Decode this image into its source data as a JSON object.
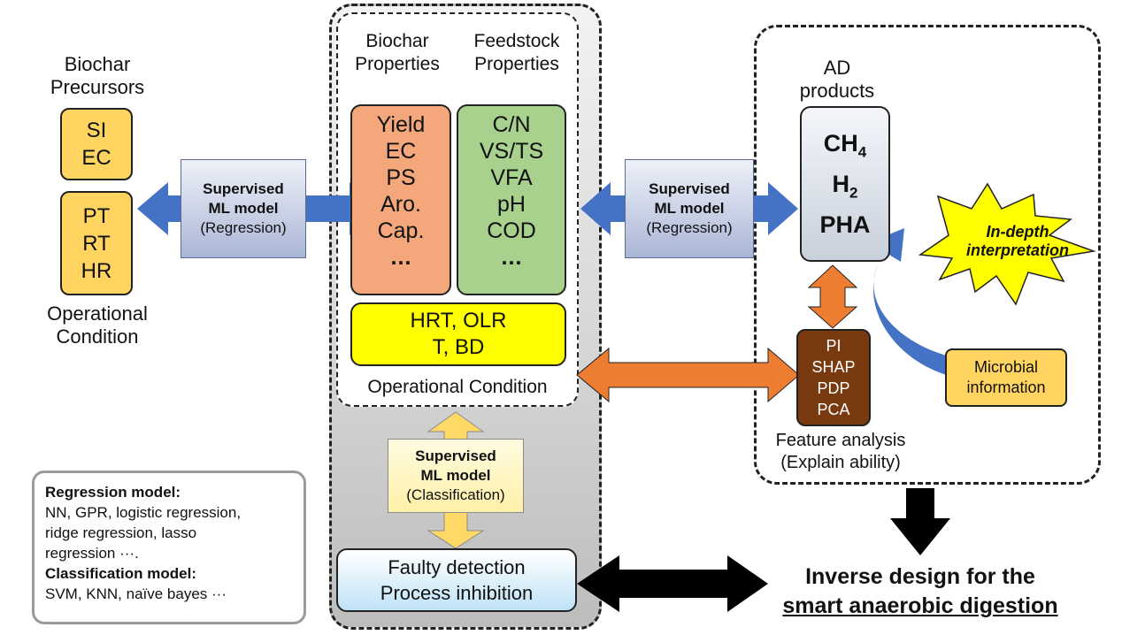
{
  "precursors": {
    "title": [
      "Biochar",
      "Precursors"
    ],
    "box1": [
      "SI",
      "EC"
    ],
    "box2": [
      "PT",
      "RT",
      "HR"
    ],
    "footer": [
      "Operational",
      "Condition"
    ]
  },
  "ml_left": {
    "line1": "Supervised",
    "line2": "ML model",
    "line3": "(Regression)"
  },
  "ml_right": {
    "line1": "Supervised",
    "line2": "ML model",
    "line3": "(Regression)"
  },
  "ml_classification": {
    "line1": "Supervised",
    "line2": "ML model",
    "line3": "(Classification)"
  },
  "middle": {
    "biochar_header": [
      "Biochar",
      "Properties"
    ],
    "feedstock_header": [
      "Feedstock",
      "Properties"
    ],
    "biochar_items": [
      "Yield",
      "EC",
      "PS",
      "Aro.",
      "Cap.",
      "…"
    ],
    "feedstock_items": [
      "C/N",
      "VS/TS",
      "VFA",
      "pH",
      "COD",
      "…"
    ],
    "operational_items": [
      "HRT, OLR",
      "T, BD"
    ],
    "operational_label": "Operational Condition",
    "faulty": [
      "Faulty detection",
      "Process inhibition"
    ]
  },
  "right": {
    "ad_title": [
      "AD",
      "products"
    ],
    "ad_items": [
      {
        "base": "CH",
        "sub": "4"
      },
      {
        "base": "H",
        "sub": "2"
      },
      {
        "base": "PHA",
        "sub": ""
      }
    ],
    "feature_methods": [
      "PI",
      "SHAP",
      "PDP",
      "PCA"
    ],
    "feature_label": [
      "Feature analysis",
      "(Explain ability)"
    ],
    "microbial": [
      "Microbial",
      "information"
    ],
    "interpretation": [
      "In-depth",
      "interpretation"
    ]
  },
  "inverse_design": [
    "Inverse design for the",
    "smart anaerobic digestion"
  ],
  "legend": {
    "regression_title": "Regression model:",
    "regression_lines": [
      "NN, GPR, logistic regression,",
      "ridge regression, lasso",
      "regression ···."
    ],
    "classification_title": "Classification model:",
    "classification_lines": [
      "SVM, KNN, naïve bayes ···"
    ]
  },
  "colors": {
    "orange_box": "#ffd460",
    "biochar_props": "#f3a77a",
    "feedstock_props": "#a9d18e",
    "operational": "#ffff00",
    "blue_arrow": "#4472c4",
    "orange_arrow": "#ed7d31",
    "brown_box": "#7a3a10",
    "starburst": "#ffff00"
  }
}
